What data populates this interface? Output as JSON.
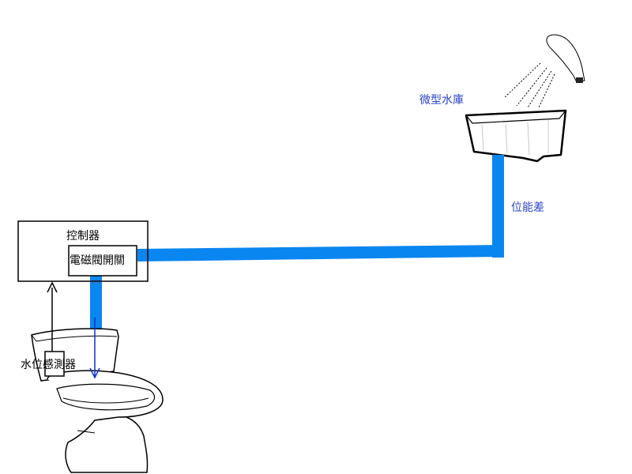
{
  "labels": {
    "reservoir": "微型水庫",
    "potential_difference": "位能差",
    "controller": "控制器",
    "valve_switch": "電磁閥開關",
    "level_sensor": "水位感測器"
  },
  "colors": {
    "pipe": "#0a86f0",
    "blue_text": "#2a44c8",
    "black_text": "#000000",
    "flow_arrow": "#1030d0"
  },
  "icons": {
    "shower_head": "shower-head-icon",
    "reservoir_tank": "tank-icon",
    "toilet": "toilet-icon"
  }
}
